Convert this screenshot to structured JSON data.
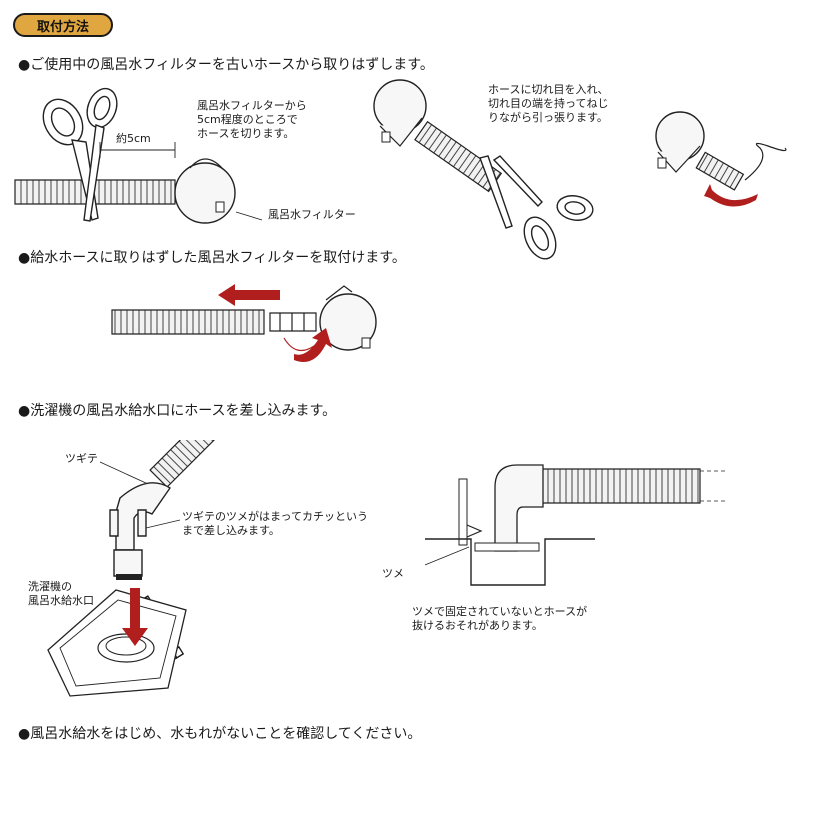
{
  "header": {
    "badge": "取付方法"
  },
  "colors": {
    "badge": "#e0a640",
    "arrow": "#b01e1e",
    "line": "#1a1a1a"
  },
  "steps": [
    {
      "title": "●ご使用中の風呂水フィルターを古いホースから取りはずします。",
      "notes": {
        "cut_instruction": [
          "風呂水フィルターから",
          "5cm程度のところで",
          "ホースを切ります。"
        ],
        "measure": "約5cm",
        "filter_label": "風呂水フィルター",
        "pull_instruction": [
          "ホースに切れ目を入れ、",
          "切れ目の端を持ってねじ",
          "りながら引っ張ります。"
        ]
      }
    },
    {
      "title": "●給水ホースに取りはずした風呂水フィルターを取付けます。"
    },
    {
      "title": "●洗濯機の風呂水給水口にホースを差し込みます。",
      "notes": {
        "tsugite": "ツギテ",
        "snap_instruction": [
          "ツギテのツメがはまってカチッという",
          "まで差し込みます。"
        ],
        "inlet_label": [
          "洗濯機の",
          "風呂水給水口"
        ],
        "plate_text": "風呂水給水口",
        "tsume": "ツメ",
        "warning": [
          "ツメで固定されていないとホースが",
          "抜けるおそれがあります。"
        ]
      }
    },
    {
      "title": "●風呂水給水をはじめ、水もれがないことを確認してください。"
    }
  ]
}
